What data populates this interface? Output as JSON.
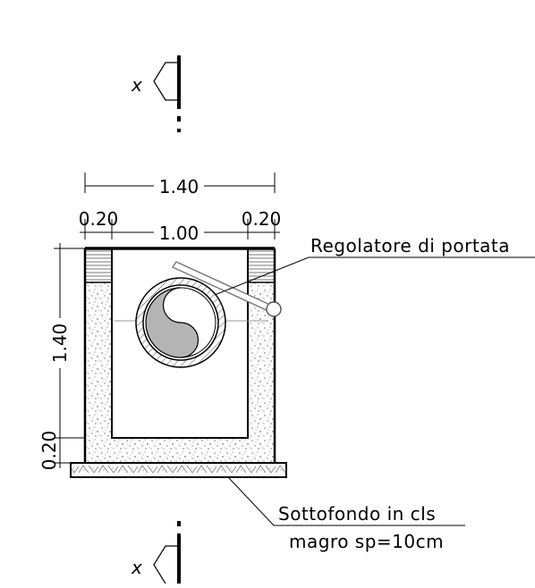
{
  "section_markers": {
    "top_label": "x",
    "bottom_label": "x"
  },
  "dimensions": {
    "outer_width": "1.40",
    "left_wall": "0.20",
    "inner_width": "1.00",
    "right_wall": "0.20",
    "height": "1.40",
    "base_thickness": "0.20"
  },
  "annotations": {
    "regulator": "Regolatore di portata",
    "subbase_line1": "Sottofondo in cls",
    "subbase_line2": "magro sp=10cm"
  },
  "colors": {
    "line": "#000000",
    "hatch": "#6e6e6e",
    "fill_grey": "#b4b4b4",
    "background": "#ffffff"
  }
}
